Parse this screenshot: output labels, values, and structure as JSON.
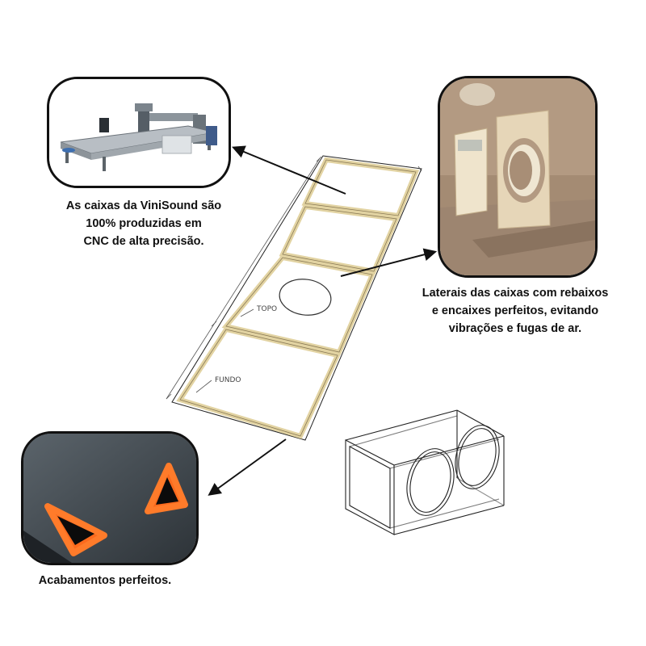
{
  "captions": {
    "cnc": [
      "As caixas da ViniSound são",
      "100% produzidas em",
      "CNC de alta precisão."
    ],
    "sides": [
      "Laterais das caixas com rebaixos",
      "e encaixes perfeitos, evitando",
      "vibrações e fugas de ar."
    ],
    "finish": [
      "Acabamentos perfeitos."
    ]
  },
  "labels": {
    "topo": "TOPO",
    "fundo": "FUNDO"
  },
  "colors": {
    "frame_border": "#111111",
    "mdf_edge": "#e8d9a8",
    "mdf_board": "#b89f86",
    "finish_surface": "#3b4248",
    "led_orange": "#ff6a1a"
  }
}
